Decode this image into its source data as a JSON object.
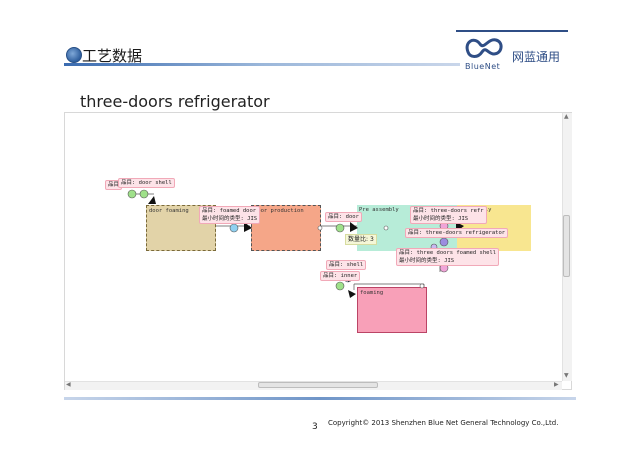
{
  "header": {
    "page_title": "工艺数据",
    "logo": {
      "brand_en": "BlueNet",
      "brand_cn": "网蓝通用"
    }
  },
  "doc_title": "three-doors refrigerator",
  "diagram": {
    "nodes": [
      {
        "id": "door-foaming",
        "label": "door foaming",
        "color": "#e2d3a8"
      },
      {
        "id": "door-production",
        "label": "Door production",
        "color": "#f5a688"
      },
      {
        "id": "pre-assembly",
        "label": "Pre assembly",
        "color": "#b7ecd8"
      },
      {
        "id": "assembly",
        "label": "Assembly",
        "color": "#f8e690"
      },
      {
        "id": "shell-foaming",
        "label": "foaming",
        "color": "#f8a0b8"
      }
    ],
    "tags": {
      "door_shell_a": {
        "k1": "品目",
        "v1": "door shell"
      },
      "door_shell_b": {
        "k1": "品目",
        "v1": "door shell"
      },
      "foamed_door": {
        "k1": "品目",
        "v1": "foamed door",
        "k2": "最小时间的类型",
        "v2": "JIS"
      },
      "door": {
        "k1": "品目",
        "v1": "door"
      },
      "three_doors_ref_a": {
        "k1": "品目",
        "v1": "three-doors refr",
        "k2": "最小时间的类型",
        "v2": "JIS"
      },
      "three_doors_ref_b": {
        "k1": "品目",
        "v1": "three-doors refrigerator"
      },
      "foamed_shell": {
        "k1": "品目",
        "v1": "three doors foamed shell",
        "k2": "最小时间的类型",
        "v2": "JIS"
      },
      "shell": {
        "k1": "品目",
        "v1": "shell"
      },
      "inner": {
        "k1": "品目",
        "v1": "inner"
      }
    },
    "quantity": {
      "label": "数量比",
      "value": "3"
    }
  },
  "footer": {
    "page_number": "3",
    "copyright": "Copyright© 2013 Shenzhen Blue Net General Technology Co.,Ltd."
  }
}
